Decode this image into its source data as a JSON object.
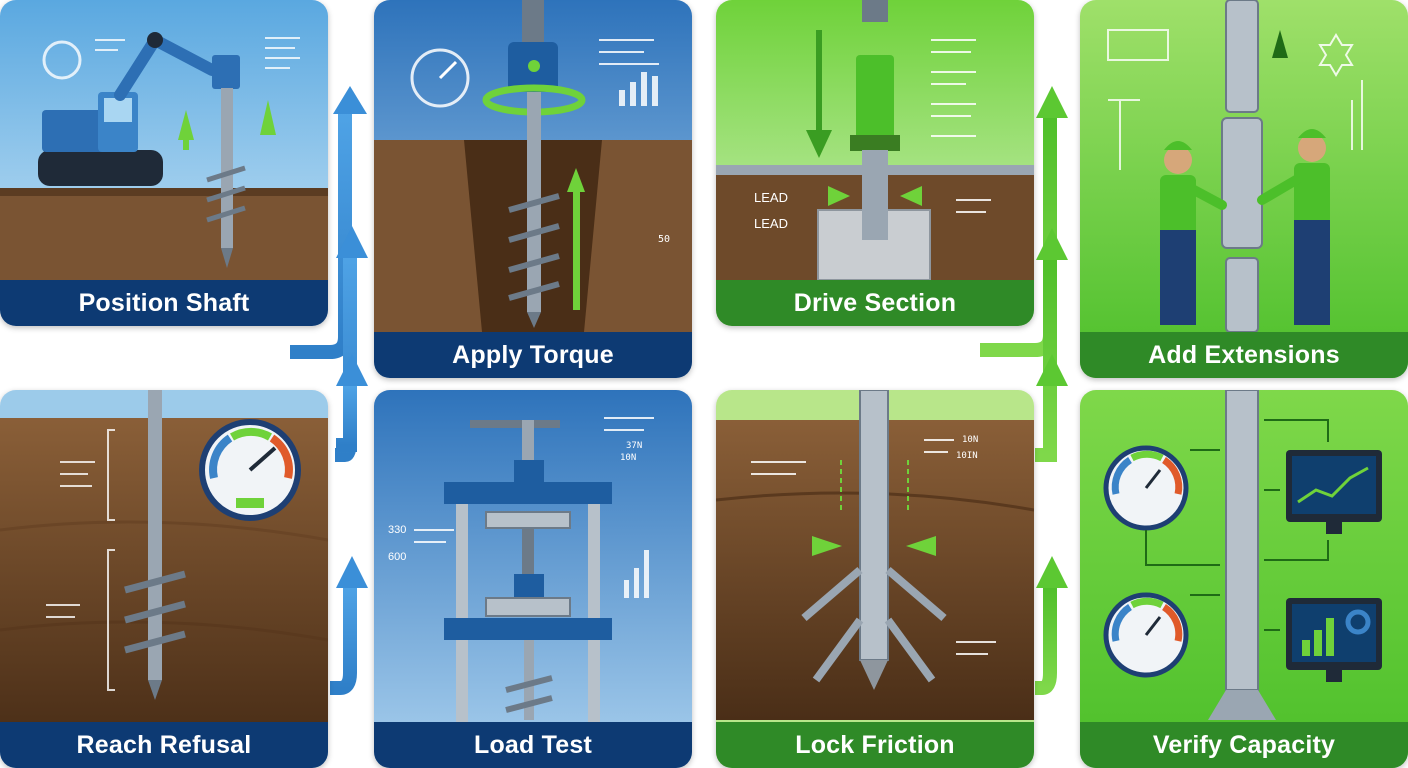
{
  "steps": {
    "position_shaft": "Position Shaft",
    "apply_torque": "Apply Torque",
    "drive_section": "Drive Section",
    "add_extensions": "Add Extensions",
    "reach_refusal": "Reach Refusal",
    "load_test": "Load Test",
    "lock_friction": "Lock Friction",
    "verify_capacity": "Verify Capacity"
  },
  "annotations": {
    "lead_1": "LEAD",
    "lead_2": "LEAD",
    "load_330": "330",
    "load_600": "600",
    "load_37n": "37N",
    "load_10n": "10N",
    "friction_10n": "10N",
    "friction_10n_2": "10IN",
    "torque_tag": "50"
  },
  "colors": {
    "blue_label": "#0d3a73",
    "green_label": "#2f8a27",
    "accent_green": "#6fd23a",
    "accent_blue": "#2f7fc8"
  }
}
